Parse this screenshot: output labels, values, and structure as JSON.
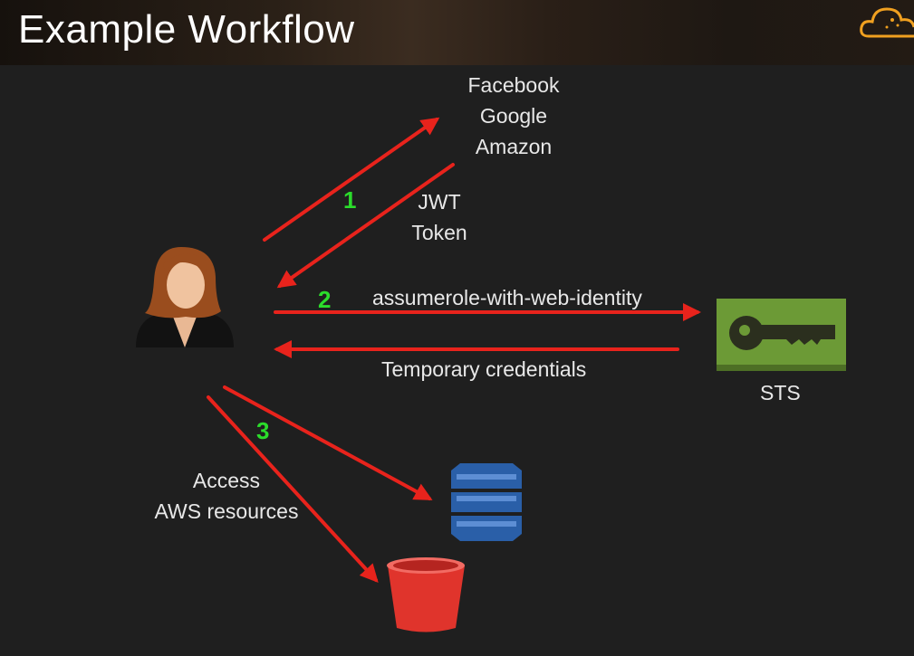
{
  "header": {
    "title": "Example Workflow",
    "logo_icon": "cloud-icon"
  },
  "providers": {
    "lines": [
      "Facebook",
      "Google",
      "Amazon"
    ]
  },
  "jwt": {
    "lines": [
      "JWT",
      "Token"
    ]
  },
  "steps": {
    "one": "1",
    "two": "2",
    "three": "3"
  },
  "assume_label": "assumerole-with-web-identity",
  "temp_label": "Temporary credentials",
  "sts_label": "STS",
  "access": {
    "lines": [
      "Access",
      "AWS resources"
    ]
  },
  "colors": {
    "arrow": "#e8231c",
    "step": "#2bdc2b",
    "sts": "#6c9a36",
    "dynamo": "#2a5fa8",
    "s3": "#e0342c"
  },
  "icons": {
    "user": "user-avatar-icon",
    "sts": "key-icon",
    "dynamodb": "database-icon",
    "s3": "bucket-icon"
  }
}
